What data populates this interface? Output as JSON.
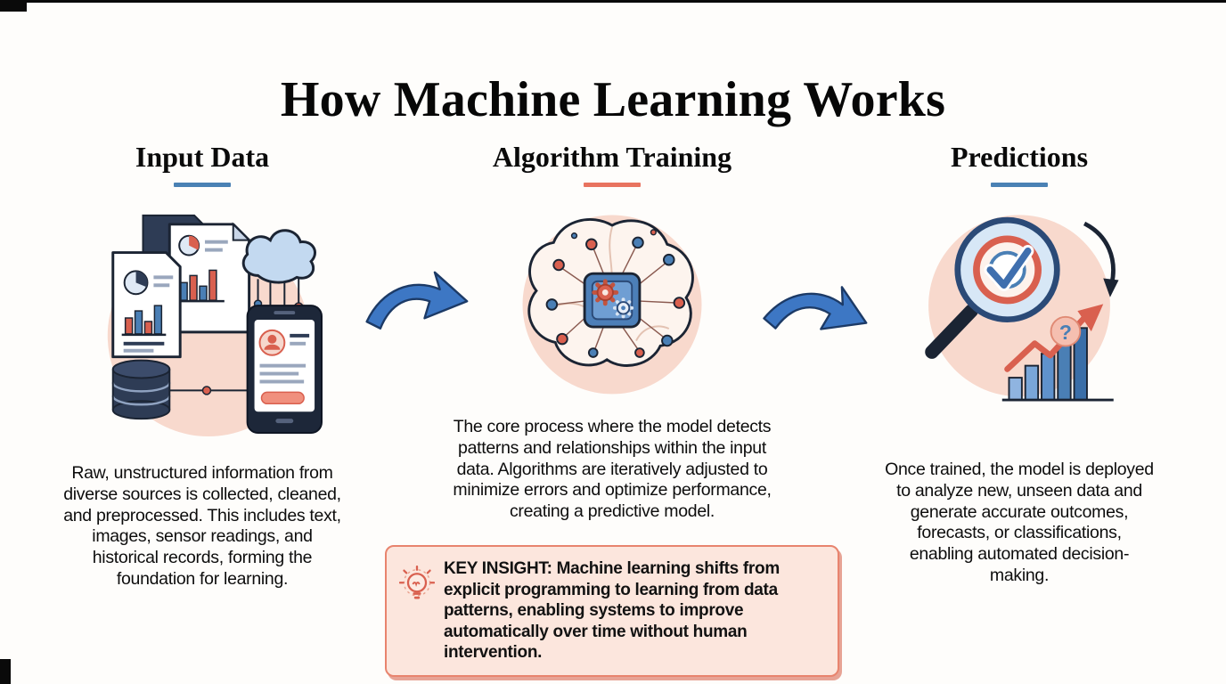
{
  "title": "How Machine Learning Works",
  "columns": [
    {
      "heading": "Input Data",
      "accent_color": "#4a81b4",
      "illustration": "documents-cloud-database-smartphone-illustration",
      "description": "Raw, unstructured information from diverse sources is collected, cleaned, and preprocessed. This includes text, images, sensor readings, and historical records, forming the foundation for learning."
    },
    {
      "heading": "Algorithm Training",
      "accent_color": "#e8735f",
      "illustration": "brain-circuit-gears-illustration",
      "description": "The core process where the model detects patterns and relationships within the input data. Algorithms are iteratively adjusted to minimize errors and optimize performance, creating a predictive model."
    },
    {
      "heading": "Predictions",
      "accent_color": "#4a81b4",
      "illustration": "magnifier-target-checkmark-chart-illustration",
      "description": "Once trained, the model is deployed to analyze new, unseen data and generate accurate outcomes, forecasts, or classifications, enabling automated decision-making."
    }
  ],
  "key_insight": {
    "text": "KEY INSIGHT: Machine learning shifts from explicit programming to learning from data patterns, enabling systems to improve automatically over time without human intervention.",
    "icon": "lightbulb-icon"
  },
  "icons": {
    "question_mark": "?",
    "flow": "curved-right-arrow-icon",
    "insight": "lightbulb-icon"
  },
  "colors": {
    "background": "#fefdfb",
    "text": "#111111",
    "blue_accent": "#4a81b4",
    "red_accent": "#e8735f",
    "arrow_fill": "#3d77c4",
    "circle_background": "#f8d9cd",
    "insight_background": "#fce6dd",
    "insight_border": "#e8846e"
  }
}
